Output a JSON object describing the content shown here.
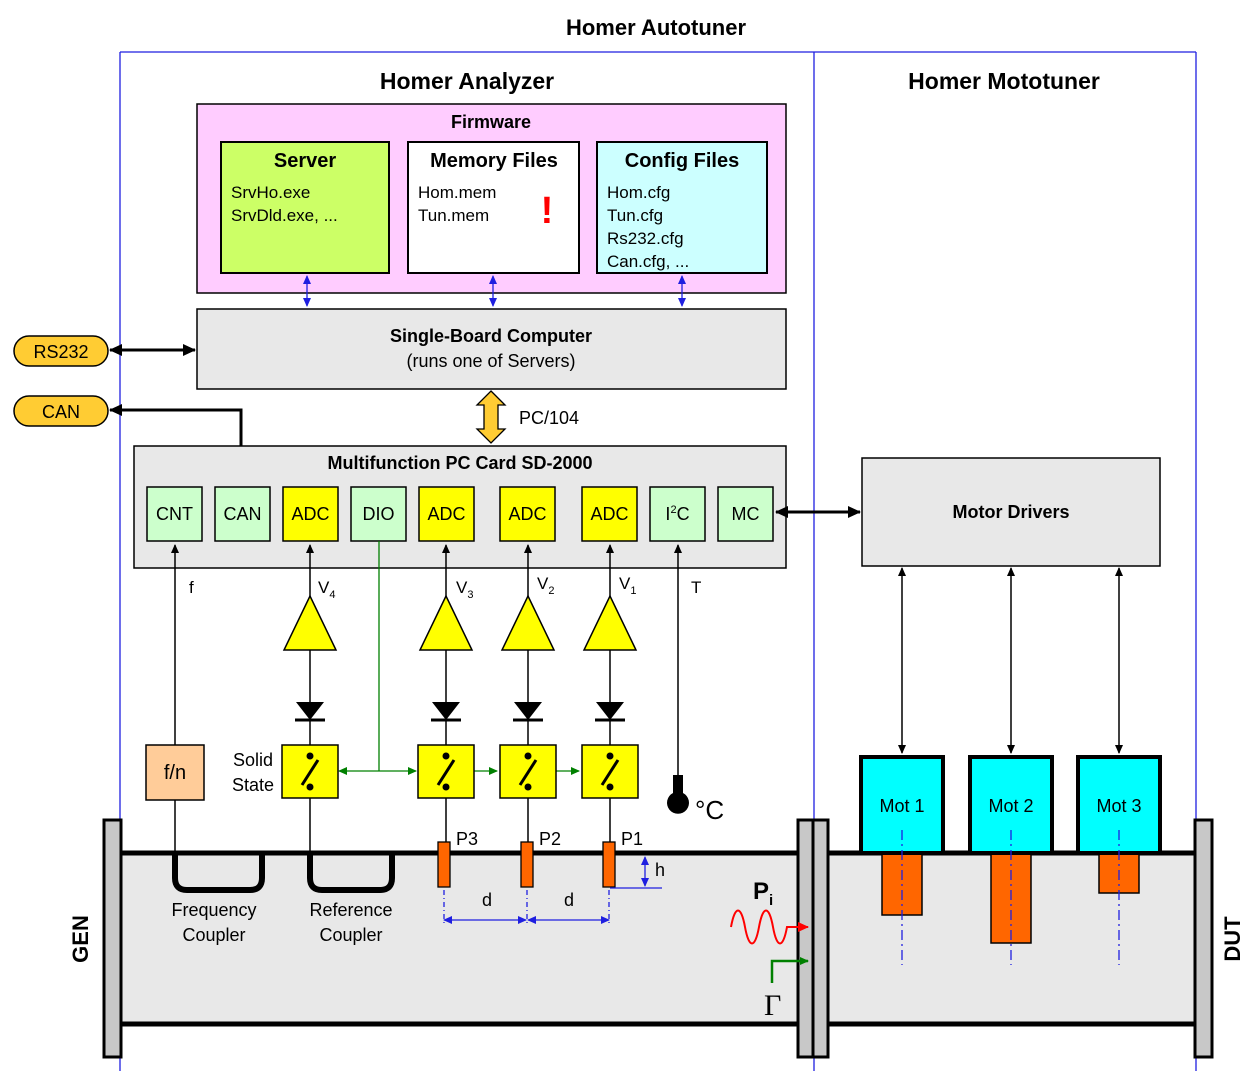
{
  "title": "Homer Autotuner",
  "analyzer": {
    "title": "Homer Analyzer",
    "firmware": {
      "title": "Firmware",
      "server": {
        "title": "Server",
        "lines": [
          "SrvHo.exe",
          "SrvDld.exe, ..."
        ]
      },
      "memory": {
        "title": "Memory Files",
        "lines": [
          "Hom.mem",
          "Tun.mem"
        ],
        "mark": "!"
      },
      "config": {
        "title": "Config Files",
        "lines": [
          "Hom.cfg",
          "Tun.cfg",
          "Rs232.cfg",
          "Can.cfg, ..."
        ]
      }
    },
    "sbc": {
      "title": "Single-Board Computer",
      "subtitle": "(runs one of Servers)"
    },
    "bus_label": "PC/104",
    "card": {
      "title": "Multifunction PC Card SD-2000",
      "modules": [
        {
          "label": "CNT",
          "kind": "io"
        },
        {
          "label": "CAN",
          "kind": "io"
        },
        {
          "label": "ADC",
          "kind": "adc"
        },
        {
          "label": "DIO",
          "kind": "io"
        },
        {
          "label": "ADC",
          "kind": "adc"
        },
        {
          "label": "ADC",
          "kind": "adc"
        },
        {
          "label": "ADC",
          "kind": "adc"
        },
        {
          "label": "I2C",
          "kind": "io"
        },
        {
          "label": "MC",
          "kind": "io"
        }
      ]
    },
    "signals": {
      "f": "f",
      "v4": "V4",
      "v3": "V3",
      "v2": "V2",
      "v1": "V1",
      "t": "T"
    },
    "divider": "f/n",
    "switch_label": [
      "Solid",
      "State"
    ],
    "thermometer": "oC",
    "probes": [
      "P3",
      "P2",
      "P1"
    ],
    "dims": {
      "d": "d",
      "h": "h"
    },
    "couplers": {
      "frequency": [
        "Frequency",
        "Coupler"
      ],
      "reference": [
        "Reference",
        "Coupler"
      ]
    },
    "wave_labels": {
      "incident": "Pi",
      "reflection": "Γ"
    }
  },
  "ports": {
    "rs232": "RS232",
    "can": "CAN"
  },
  "mototuner": {
    "title": "Homer Mototuner",
    "drivers": "Motor Drivers",
    "motors": [
      "Mot 1",
      "Mot 2",
      "Mot 3"
    ]
  },
  "ends": {
    "left": "GEN",
    "right": "DUT"
  },
  "colors": {
    "frame": "#1f1fe0",
    "firmware_bg": "#ffccff",
    "server_bg": "#ccff66",
    "config_bg": "#ccffff",
    "gray_block": "#e8e8e8",
    "module_bg": "#ccffcc",
    "adc_bg": "#ffff00",
    "port_bg": "#ffcc33",
    "divider_bg": "#ffcc99",
    "probe": "#ff6600",
    "motor_bg": "#00ffff",
    "incident": "#ff0000",
    "reflection": "#008000",
    "bus_arrow": "#ffcc33",
    "blue_arrow": "#1f1fe0",
    "green_line": "#008000"
  }
}
